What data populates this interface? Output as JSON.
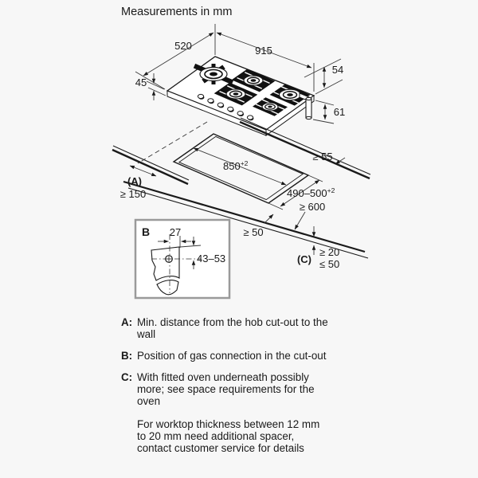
{
  "title": "Measurements in mm",
  "colors": {
    "line": "#1a1a1a",
    "thin_line": "#3a3a3a",
    "background": "#f7f7f7",
    "detail_box_border": "#9a9a9a"
  },
  "hob_dims": {
    "width": "915",
    "depth": "520",
    "front_height": "45",
    "edge_height": "54",
    "clearance_below": "61"
  },
  "cutout_dims": {
    "width": "850",
    "width_tol": "+2",
    "depth": "490–500",
    "depth_tol": "+2",
    "rear_gap": "≥ 55",
    "front_gap": "≥ 50",
    "worktop_depth": "≥ 600",
    "wall_label": "(A)",
    "wall_distance": "≥ 150",
    "thickness_label": "(C)",
    "thickness_min": "≥ 20",
    "thickness_max": "≤ 50"
  },
  "detail": {
    "label": "B",
    "pipe_offset": "27",
    "pipe_height": "43–53"
  },
  "notes": [
    {
      "label": "A:",
      "text": "Min. distance from the hob cut-out to the\nwall"
    },
    {
      "label": "B:",
      "text": "Position of gas connection in the cut-out"
    },
    {
      "label": "C:",
      "text": "With fitted oven underneath possibly\nmore; see space requirements for the\noven"
    }
  ],
  "footnote": "For worktop thickness between 12 mm\nto 20 mm need additional spacer,\ncontact customer service for details"
}
